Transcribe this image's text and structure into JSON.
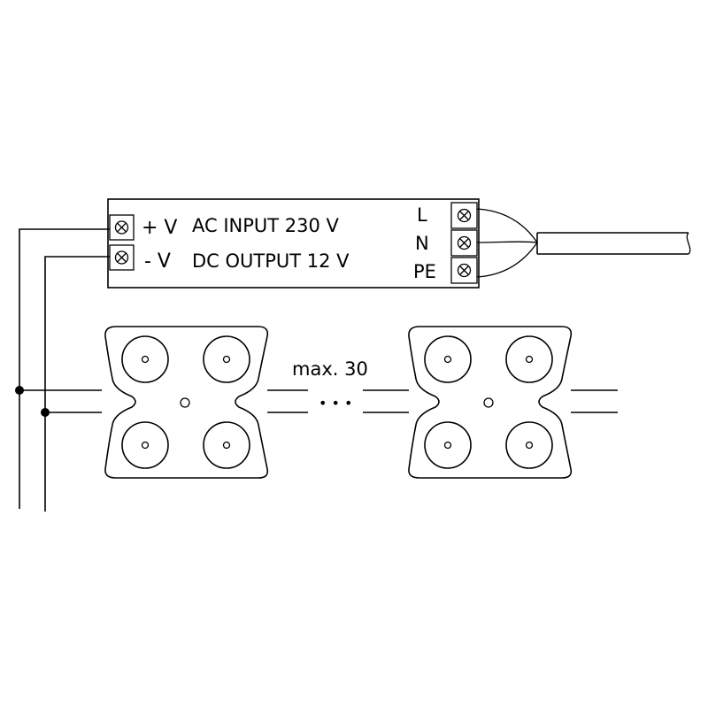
{
  "power_supply": {
    "plus_label": "+ V",
    "minus_label": "- V",
    "ac_label": "AC INPUT 230 V",
    "dc_label": "DC OUTPUT 12 V",
    "terminals_ac": [
      "L",
      "N",
      "PE"
    ]
  },
  "chain": {
    "max_label": "max. 30",
    "ellipsis": "• • •"
  },
  "colors": {
    "stroke": "#000000",
    "background": "#ffffff"
  }
}
